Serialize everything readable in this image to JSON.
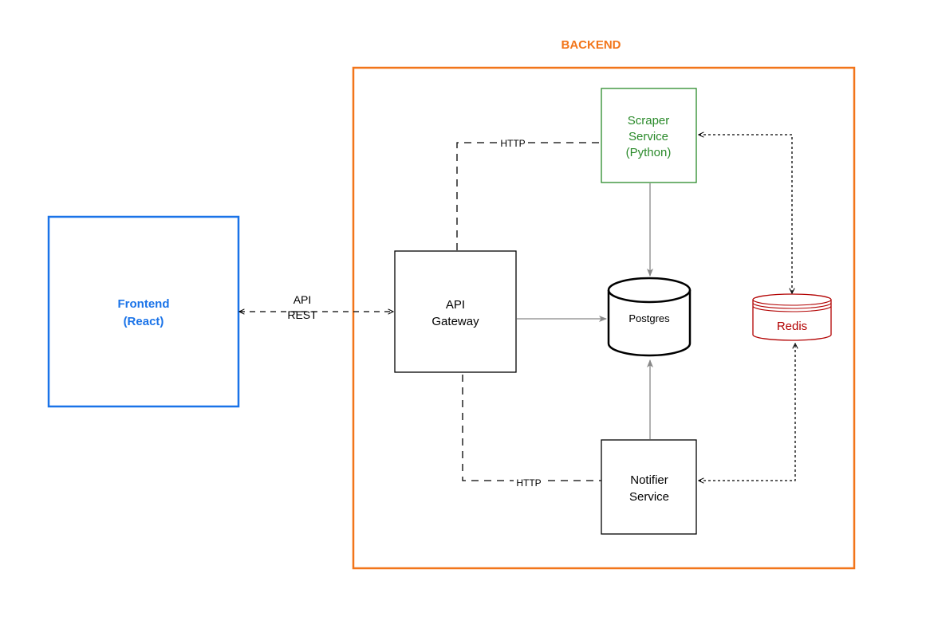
{
  "backend": {
    "title": "BACKEND",
    "border_color": "#F2751A"
  },
  "frontend": {
    "line1": "Frontend",
    "line2": "(React)",
    "color": "#1A73E8"
  },
  "api_gateway": {
    "line1": "API",
    "line2": "Gateway"
  },
  "scraper": {
    "line1": "Scraper",
    "line2": "Service",
    "line3": "(Python)",
    "color": "#2A8A2A"
  },
  "postgres": {
    "label": "Postgres"
  },
  "redis": {
    "label": "Redis",
    "color": "#B20000"
  },
  "notifier": {
    "line1": "Notifier",
    "line2": "Service"
  },
  "edges": {
    "frontend_gateway_line1": "API",
    "frontend_gateway_line2": "REST",
    "gateway_scraper": "HTTP",
    "gateway_notifier": "HTTP"
  }
}
